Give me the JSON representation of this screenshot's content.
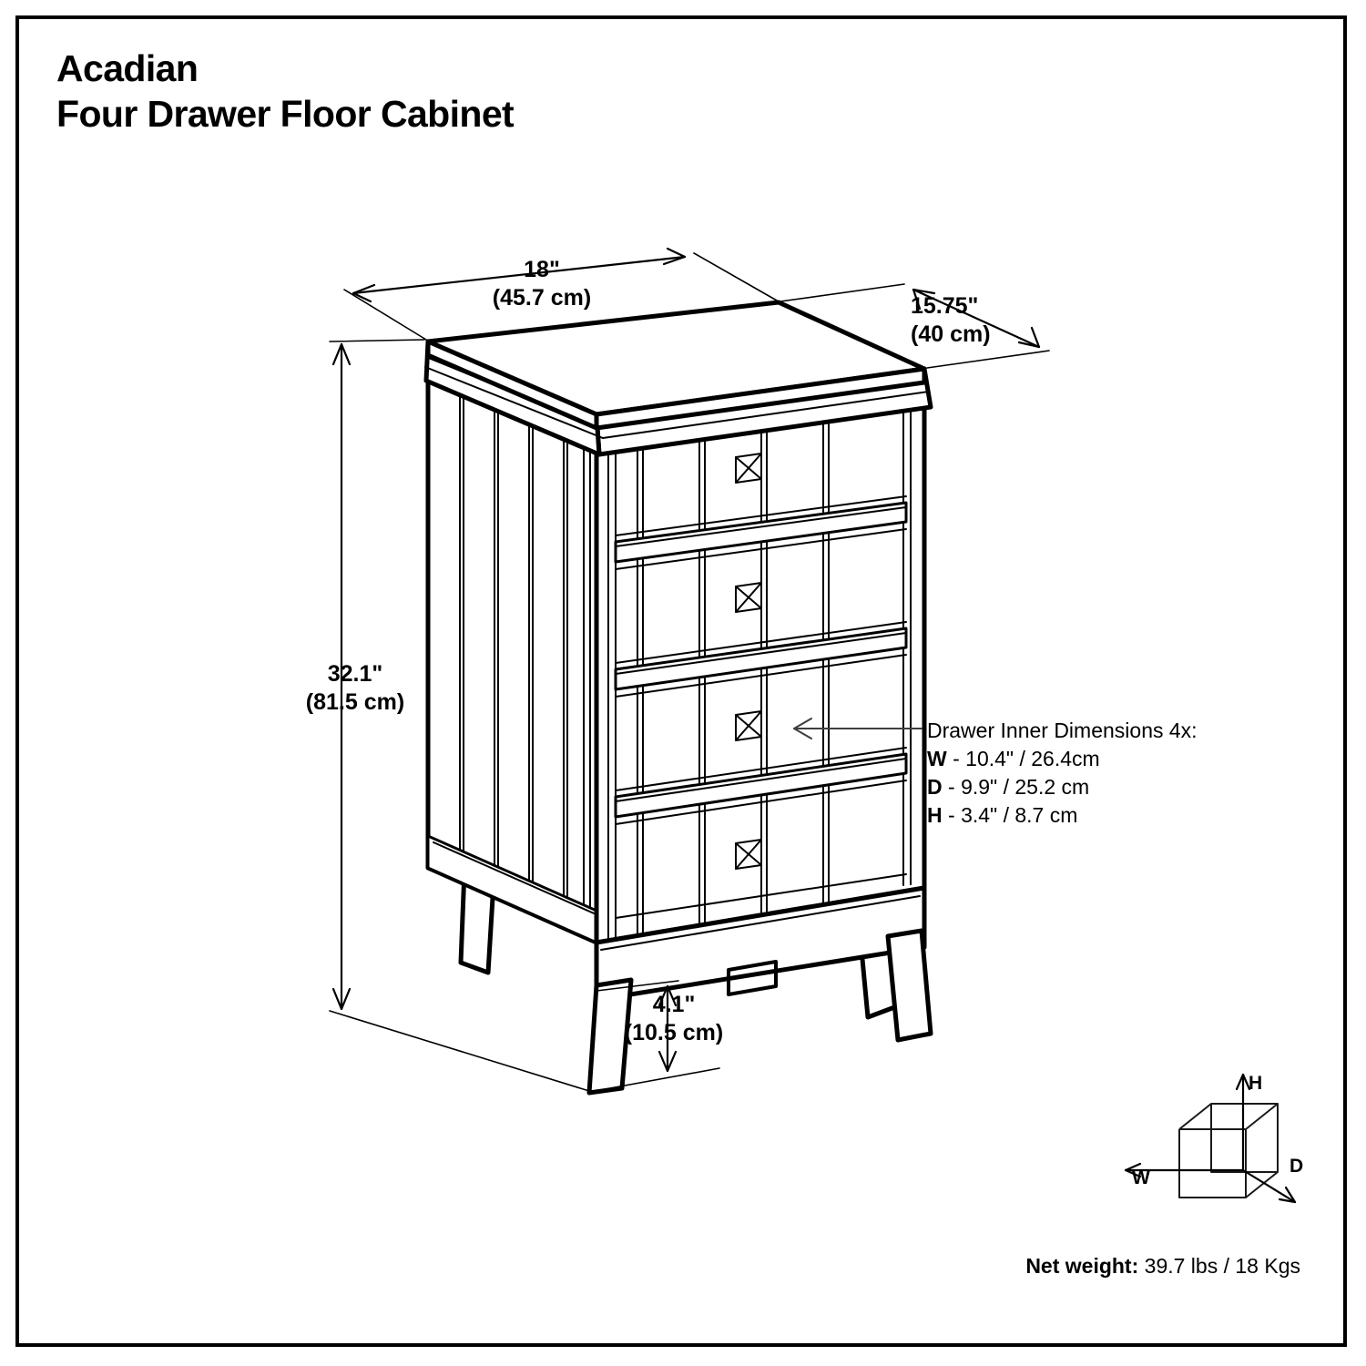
{
  "title": {
    "line1": "Acadian",
    "line2": "Four Drawer Floor Cabinet"
  },
  "dimensions": {
    "width": {
      "label": "18\"",
      "metric": "(45.7 cm)"
    },
    "depth": {
      "label": "15.75\"",
      "metric": "(40 cm)"
    },
    "height": {
      "label": "32.1\"",
      "metric": "(81.5 cm)"
    },
    "leg_clearance": {
      "label": "4.1\"",
      "metric": "(10.5 cm)"
    }
  },
  "drawer_callout": {
    "heading": "Drawer Inner Dimensions 4x:",
    "rows": [
      {
        "key": "W",
        "value": "- 10.4\" /  26.4cm"
      },
      {
        "key": "D",
        "value": "- 9.9\" / 25.2 cm"
      },
      {
        "key": "H",
        "value": "- 3.4\" / 8.7 cm"
      }
    ]
  },
  "axis_legend": {
    "height": "H",
    "width": "W",
    "depth": "D"
  },
  "net_weight": {
    "label": "Net weight:",
    "value": "39.7 lbs / 18 Kgs"
  },
  "colors": {
    "ink": "#000000",
    "paper": "#ffffff",
    "leader": "#4a4a4a"
  },
  "product": {
    "drawer_count": 4,
    "knob_icon": "square-x-knob-icon"
  }
}
